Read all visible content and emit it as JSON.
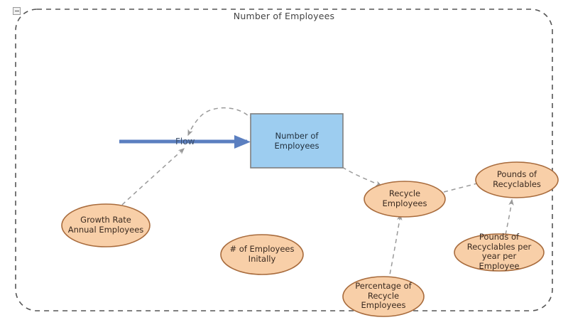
{
  "diagram": {
    "title": "Number of Employees",
    "collapse_icon": "minus-box-icon",
    "border_style": "dashed-rounded",
    "colors": {
      "stock_fill": "#9dcdf0",
      "stock_border": "#7f7f7f",
      "variable_fill": "#f8cfa8",
      "variable_border": "#a86b3c",
      "flow_arrow": "#5b7fc0",
      "link_arrow": "#9a9a9a",
      "container_border": "#555555",
      "title_text": "#444444"
    },
    "stocks": [
      {
        "id": "number-of-employees",
        "label": "Number of\nEmployees"
      }
    ],
    "flows": [
      {
        "id": "flow",
        "label": "Flow"
      }
    ],
    "variables": [
      {
        "id": "growth-rate-annual-employees",
        "label": "Growth Rate\nAnnual Employees"
      },
      {
        "id": "num-employees-initally",
        "label": "# of Employees\nInitally"
      },
      {
        "id": "recycle-employees",
        "label": "Recycle\nEmployees"
      },
      {
        "id": "percentage-of-recycle-employees",
        "label": "Percentage of\nRecycle\nEmployees"
      },
      {
        "id": "pounds-of-recyclables",
        "label": "Pounds of\nRecyclables"
      },
      {
        "id": "pounds-of-recyclables-per-year-per-employee",
        "label": "Pounds of\nRecyclables per\nyear per\nEmployee"
      }
    ],
    "links": [
      {
        "from": "growth-rate-annual-employees",
        "to": "flow"
      },
      {
        "from": "number-of-employees",
        "to": "flow"
      },
      {
        "from": "number-of-employees",
        "to": "recycle-employees"
      },
      {
        "from": "percentage-of-recycle-employees",
        "to": "recycle-employees"
      },
      {
        "from": "recycle-employees",
        "to": "pounds-of-recyclables"
      },
      {
        "from": "pounds-of-recyclables-per-year-per-employee",
        "to": "pounds-of-recyclables"
      }
    ]
  }
}
